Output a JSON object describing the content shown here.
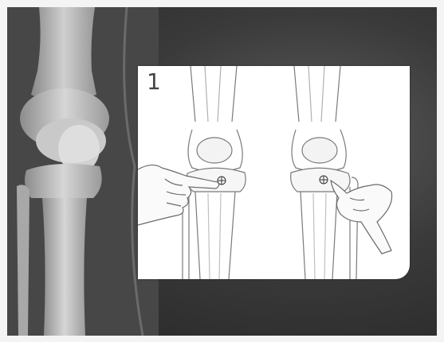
{
  "slide": {
    "step_number": "1",
    "icons": {
      "background": "knee-skeleton-illustration",
      "left_figure": "left-knee-diagram",
      "right_figure": "right-knee-diagram",
      "left_hand": "pointing-hand-icon",
      "right_hand": "pointing-hand-icon",
      "target_marker": "crosshair-marker-icon"
    },
    "colors": {
      "background_dark": "#2e2e2e",
      "bone": "#bdbdbd",
      "inset": "#ffffff",
      "line": "#7a7a7a"
    }
  }
}
